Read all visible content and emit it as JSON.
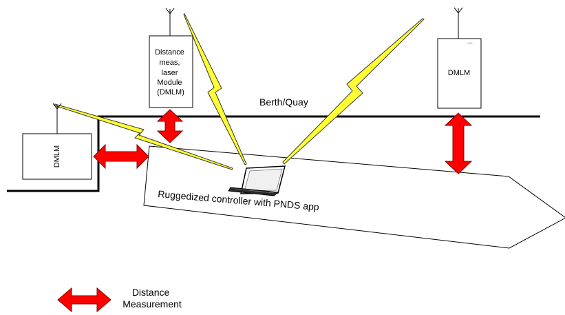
{
  "modules": {
    "top_module_lines": [
      "Distance",
      "meas,",
      "laser",
      "Module",
      "(DMLM)"
    ],
    "left_module": "DMLM",
    "right_module": "DMLM",
    "right_module_dots": "..."
  },
  "labels": {
    "berth": "Berth/Quay",
    "controller": "Ruggedized controller with PNDS app"
  },
  "legend": {
    "line1": "Distance",
    "line2": "Measurement"
  },
  "colors": {
    "arrow_fill": "#ff0000",
    "arrow_stroke": "#8b0000",
    "lightning_fill": "#ffff33",
    "line": "#000000"
  },
  "icons": [
    "antenna-icon",
    "laptop-icon",
    "lightning-icon",
    "double-arrow-icon"
  ]
}
